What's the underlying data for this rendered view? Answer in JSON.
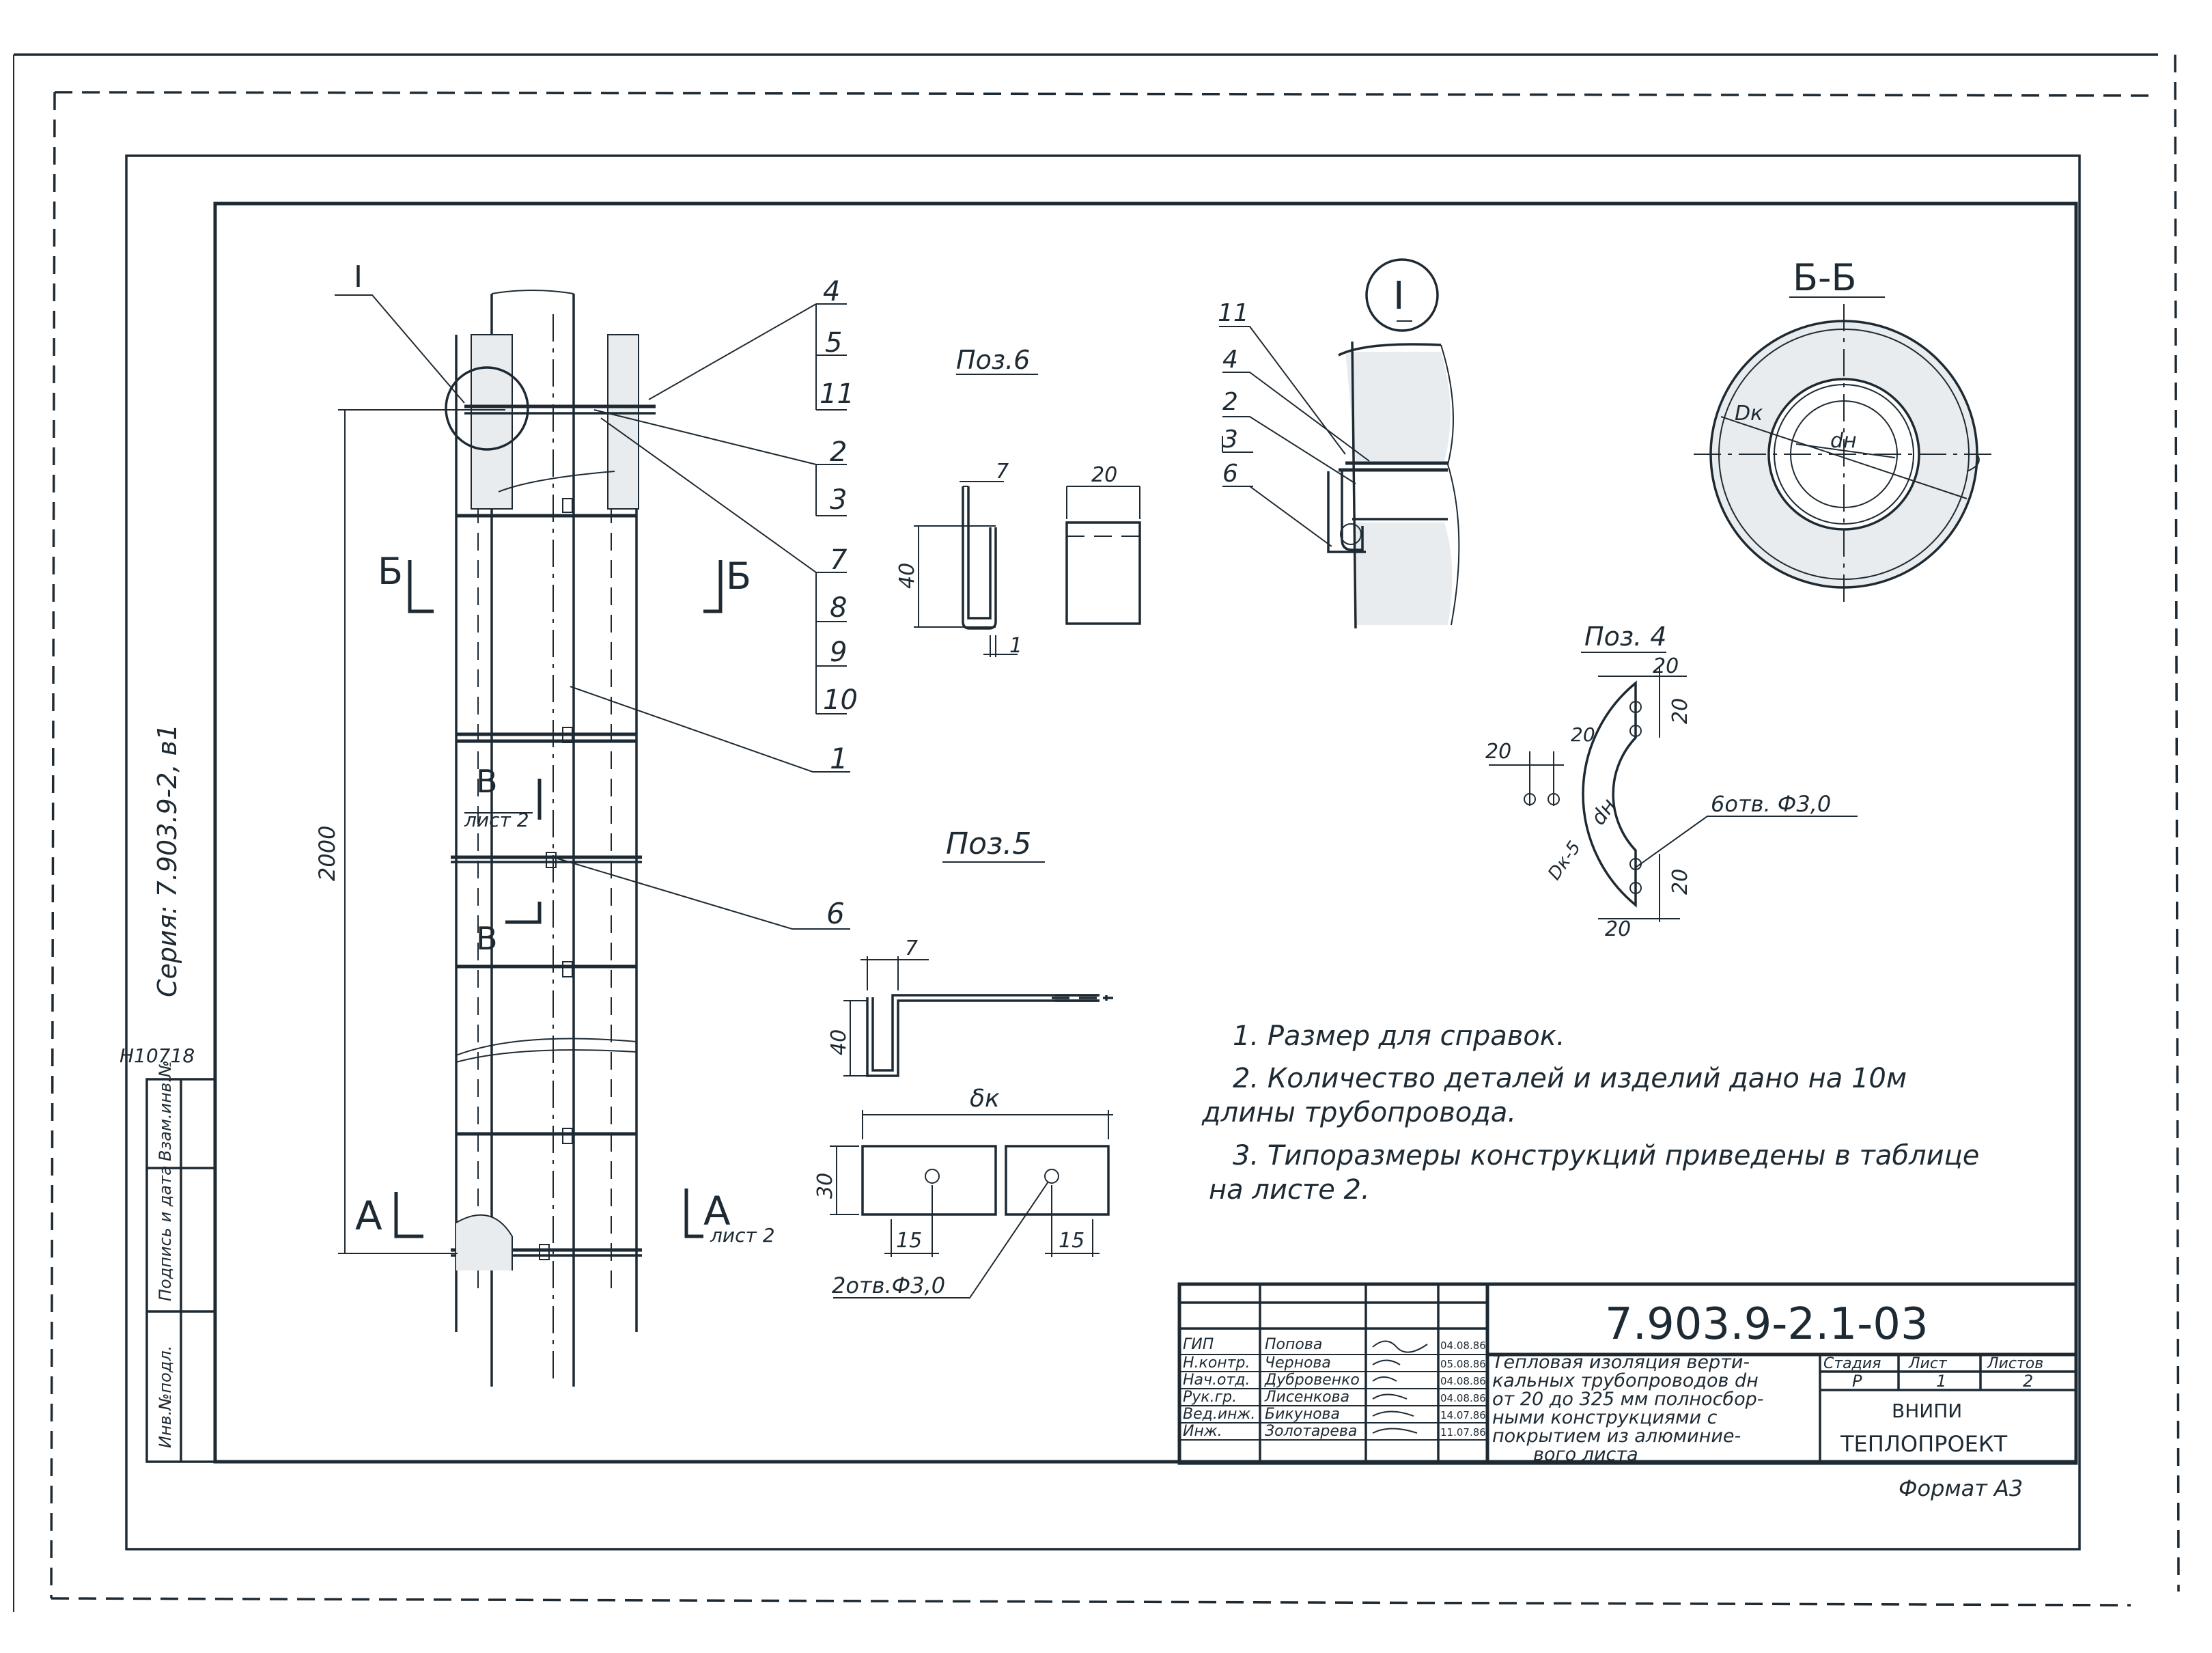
{
  "series_label": "Серия: 7.903.9-2, в1",
  "archive_number": "Н10718",
  "side_stamp": {
    "cells": [
      "Взам.инв.№",
      "Подпись и дата",
      "Инв.№подл."
    ]
  },
  "main_view": {
    "callout_detail": "I",
    "dimension_length": "2000",
    "section_B_label": "Б",
    "section_V_label": "В",
    "section_V_sheet": "лист 2",
    "section_A_label": "А",
    "section_A_sheet": "лист 2",
    "leader_1": "1",
    "leader_6": "6",
    "callout_group_top": [
      "4",
      "5",
      "11"
    ],
    "callout_group_mid": [
      "2",
      "3"
    ],
    "callout_group_low": [
      "7",
      "8",
      "9",
      "10"
    ]
  },
  "pos6": {
    "title": "Поз.6",
    "dim_7": "7",
    "dim_40": "40",
    "dim_1": "1",
    "dim_20": "20"
  },
  "pos5": {
    "title": "Поз.5",
    "dim_7": "7",
    "dim_40": "40",
    "dim_bk": "δк",
    "dim_30": "30",
    "dim_15a": "15",
    "dim_15b": "15",
    "holes_note": "2отв.Ф3,0"
  },
  "detail_I": {
    "title": "I",
    "callouts": [
      "11",
      "4",
      "2",
      "3",
      "6"
    ]
  },
  "section_BB": {
    "title": "Б-Б",
    "label_dk": "Dк",
    "label_dn": "dн"
  },
  "pos4": {
    "title": "Поз. 4",
    "dim_20_top": "20",
    "dim_20_right_top": "20",
    "dim_20_left": "20",
    "dim_20_inner": "20",
    "dim_20_right_bot": "20",
    "dim_20_bot": "20",
    "label_dn": "dн",
    "label_dk5": "Dк-5",
    "holes_note": "6отв. Ф3,0"
  },
  "notes": [
    "1. Размер для справок.",
    "2. Количество деталей и изделий дано на 10м",
    "длины трубопровода.",
    "3. Типоразмеры конструкций приведены в таблице",
    "на листе 2."
  ],
  "title_block": {
    "doc_code": "7.903.9-2.1-03",
    "roles": [
      "ГИП",
      "Н.контр.",
      "Нач.отд.",
      "Рук.гр.",
      "Вед.инж.",
      "Инж."
    ],
    "names": [
      "Попова",
      "Чернова",
      "Дубровенко",
      "Лисенкова",
      "Бикунова",
      "Золотарева"
    ],
    "dates": [
      "04.08.86",
      "05.08.86",
      "04.08.86",
      "04.08.86",
      "14.07.86",
      "11.07.86"
    ],
    "description": [
      "Тепловая изоляция верти-",
      "кальных трубопроводов dн",
      "от 20 до 325 мм полносбор-",
      "ными конструкциями с",
      "покрытием из алюминие-",
      "вого листа"
    ],
    "stage_header": "Стадия",
    "sheet_header": "Лист",
    "sheets_header": "Листов",
    "stage_value": "Р",
    "sheet_value": "1",
    "sheets_value": "2",
    "org_line1": "ВНИПИ",
    "org_line2": "ТЕПЛОПРОЕКТ",
    "format": "Формат А3"
  },
  "colors": {
    "ink": "#1e2a33",
    "paper": "#ffffff",
    "hatch": "#e9ecee"
  }
}
